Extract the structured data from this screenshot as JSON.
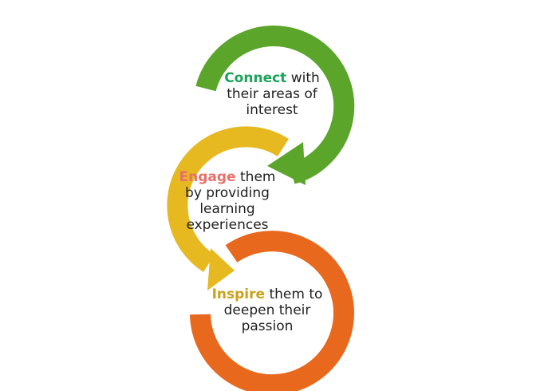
{
  "diagram": {
    "steps": [
      {
        "keyword": "Connect",
        "rest": " with their areas of interest",
        "keyword_color": "#1aa35a",
        "ring_color": "#5aa52a"
      },
      {
        "keyword": "Engage",
        "rest": " them by providing learning experiences",
        "keyword_color": "#e8706a",
        "ring_color": "#e6b921"
      },
      {
        "keyword": "Inspire",
        "rest": " them to deepen their passion",
        "keyword_color": "#c9a21a",
        "ring_color": "#e8681d"
      }
    ]
  }
}
